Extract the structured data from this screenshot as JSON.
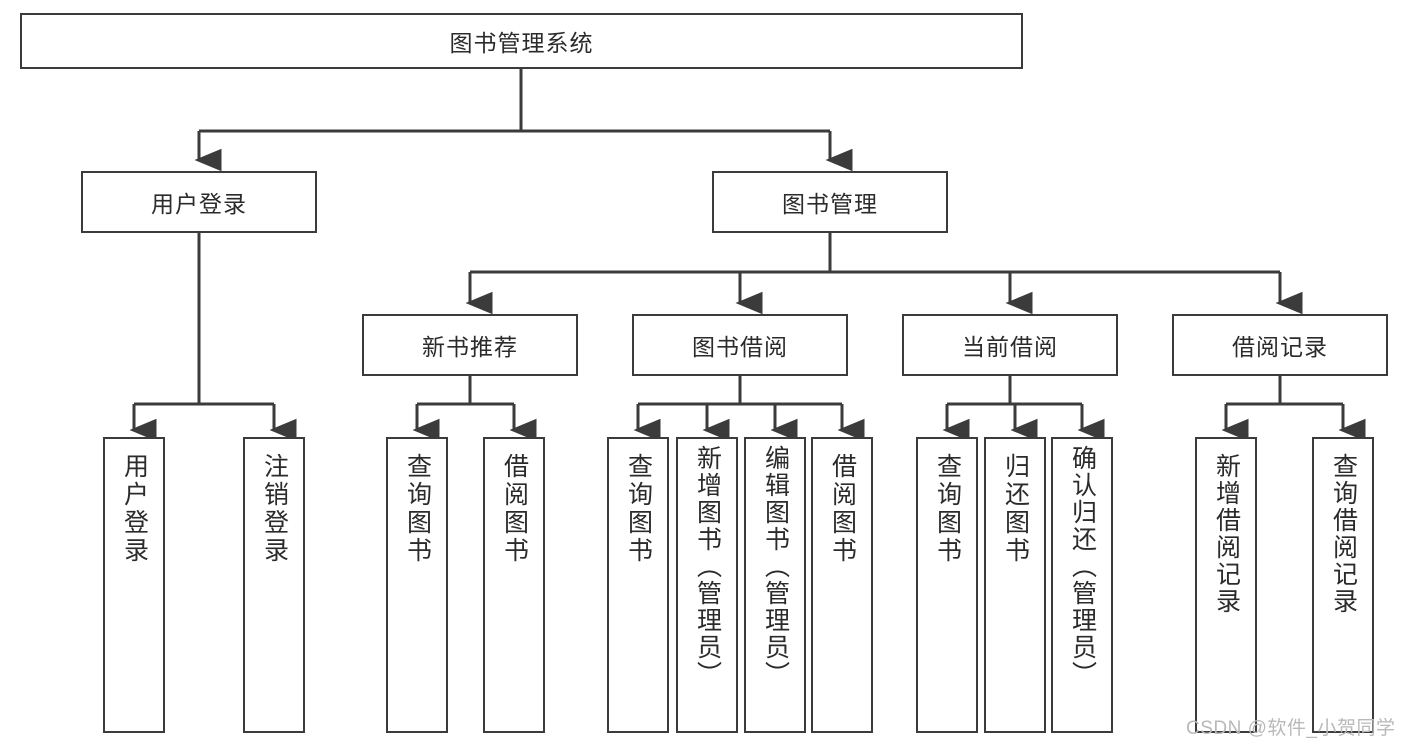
{
  "diagram": {
    "type": "tree",
    "title": "图书管理系统",
    "root": {
      "label": "图书管理系统"
    },
    "level2": [
      {
        "label": "用户登录"
      },
      {
        "label": "图书管理"
      }
    ],
    "level3": [
      {
        "label": "新书推荐"
      },
      {
        "label": "图书借阅"
      },
      {
        "label": "当前借阅"
      },
      {
        "label": "借阅记录"
      }
    ],
    "leaves": {
      "user_login": [
        {
          "label": "用户登录"
        },
        {
          "label": "注销登录"
        }
      ],
      "new_book_recommend": [
        {
          "label": "查询图书"
        },
        {
          "label": "借阅图书"
        }
      ],
      "book_borrow": [
        {
          "label": "查询图书"
        },
        {
          "label": "新增图书（管理员）"
        },
        {
          "label": "编辑图书（管理员）"
        },
        {
          "label": "借阅图书"
        }
      ],
      "current_borrow": [
        {
          "label": "查询图书"
        },
        {
          "label": "归还图书"
        },
        {
          "label": "确认归还（管理员）"
        }
      ],
      "borrow_record": [
        {
          "label": "新增借阅记录"
        },
        {
          "label": "查询借阅记录"
        }
      ]
    }
  },
  "watermark": {
    "text": "CSDN @软件_小贺同学"
  },
  "colors": {
    "border": "#3b3b3b",
    "text": "#2b2b2b",
    "background": "#ffffff",
    "watermark": "#b9b9b9"
  }
}
